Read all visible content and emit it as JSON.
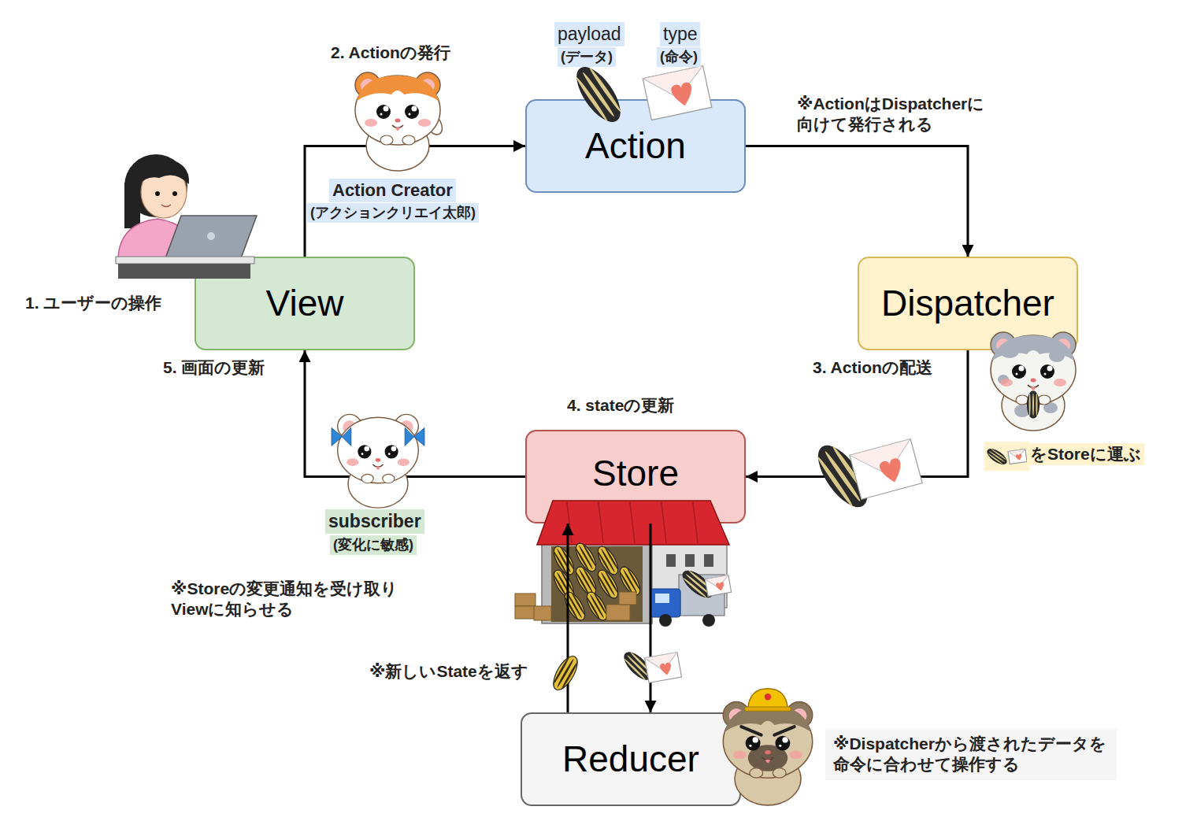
{
  "diagram": {
    "nodes": [
      {
        "text": [
          "View"
        ]
      },
      {
        "text": [
          "Action"
        ]
      },
      {
        "text": [
          "Dispatcher"
        ]
      },
      {
        "text": [
          "Store"
        ]
      },
      {
        "text": [
          "Reducer"
        ]
      }
    ],
    "edges": [
      {
        "from": 0,
        "to": 1,
        "arrow": "to"
      },
      {
        "from": 1,
        "to": 2,
        "arrow": "to"
      },
      {
        "from": 2,
        "to": 3,
        "arrow": "to"
      },
      {
        "from": 3,
        "to": 0,
        "arrow": "to"
      },
      {
        "from": 3,
        "to": 4,
        "arrow": "to"
      },
      {
        "from": 4,
        "to": 3,
        "arrow": "to"
      }
    ],
    "labels": [
      "2. Actionの発行",
      "payload",
      "(データ)",
      "type",
      "(命令)",
      "Action Creator",
      "(アクションクリエイ太郎)",
      "※ActionはDispatcherに 向けて発行される",
      "1. ユーザーの操作",
      "5. 画面の更新",
      "3. Actionの配送",
      "をStoreに運ぶ",
      "4. stateの更新",
      "subscriber",
      "(変化に敏感)",
      "※Storeの変更通知を受け取り Viewに知らせる",
      "※新しいStateを返す",
      "※Dispatcherから渡されたデータを 命令に合わせて操作する"
    ]
  }
}
